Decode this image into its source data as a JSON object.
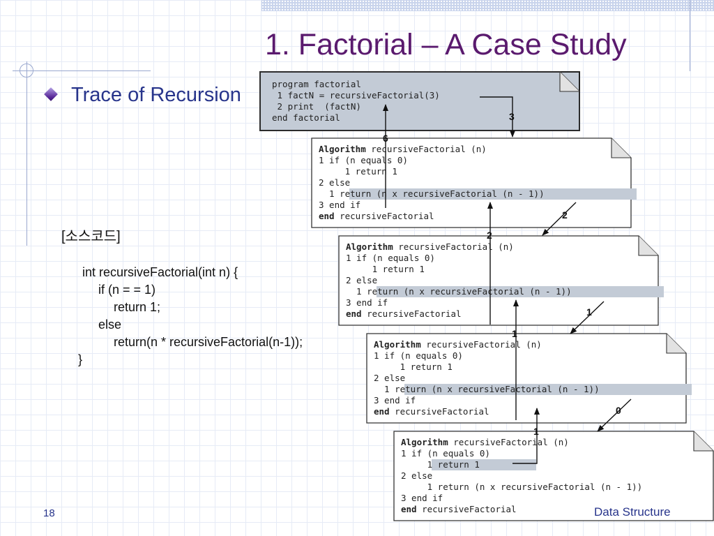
{
  "slide": {
    "title": "1. Factorial – A Case Study",
    "bullet": "Trace of Recursion",
    "number": "18",
    "footer": "Data Structure"
  },
  "source_code": {
    "title": "[소스코드]",
    "lines": [
      "int recursiveFactorial(int n) {",
      "if (n = = 1)",
      "return 1;",
      "else",
      "return(n * recursiveFactorial(n-1));",
      "}"
    ]
  },
  "program_box": {
    "lines": [
      "program factorial",
      " 1 factN = recursiveFactorial(3)",
      " 2 print  (factN)",
      "end factorial"
    ]
  },
  "algorithm_boxes": [
    {
      "header_keyword": "Algorithm",
      "header_rest": " recursiveFactorial (n)",
      "lines": [
        "1 if (n equals 0)",
        "     1 return 1",
        "2 else",
        "  1 return (n x recursiveFactorial (n - 1))",
        "3 end if"
      ],
      "footer_keyword": "end",
      "footer_rest": " recursiveFactorial",
      "highlight_line": 3
    },
    {
      "header_keyword": "Algorithm",
      "header_rest": " recursiveFactorial (n)",
      "lines": [
        "1 if (n equals 0)",
        "     1 return 1",
        "2 else",
        "  1 return (n x recursiveFactorial (n - 1))",
        "3 end if"
      ],
      "footer_keyword": "end",
      "footer_rest": " recursiveFactorial",
      "highlight_line": 3
    },
    {
      "header_keyword": "Algorithm",
      "header_rest": " recursiveFactorial (n)",
      "lines": [
        "1 if (n equals 0)",
        "     1 return 1",
        "2 else",
        "  1 return (n x recursiveFactorial (n - 1))",
        "3 end if"
      ],
      "footer_keyword": "end",
      "footer_rest": " recursiveFactorial",
      "highlight_line": 3
    },
    {
      "header_keyword": "Algorithm",
      "header_rest": " recursiveFactorial (n)",
      "lines": [
        "1 if (n equals 0)",
        "     1 return 1",
        "2 else",
        "     1 return (n x recursiveFactorial (n - 1))",
        "3 end if"
      ],
      "footer_keyword": "end",
      "footer_rest": " recursiveFactorial",
      "highlight_line": 1
    }
  ],
  "call_labels": [
    "3",
    "2",
    "1",
    "0"
  ],
  "return_labels": [
    "6",
    "2",
    "1",
    "1"
  ],
  "colors": {
    "title": "#5a1a6e",
    "text_blue": "#27348b",
    "program_box_fill": "#c3cbd6",
    "highlight_fill": "#c3cbd6",
    "box_border": "#333333"
  }
}
